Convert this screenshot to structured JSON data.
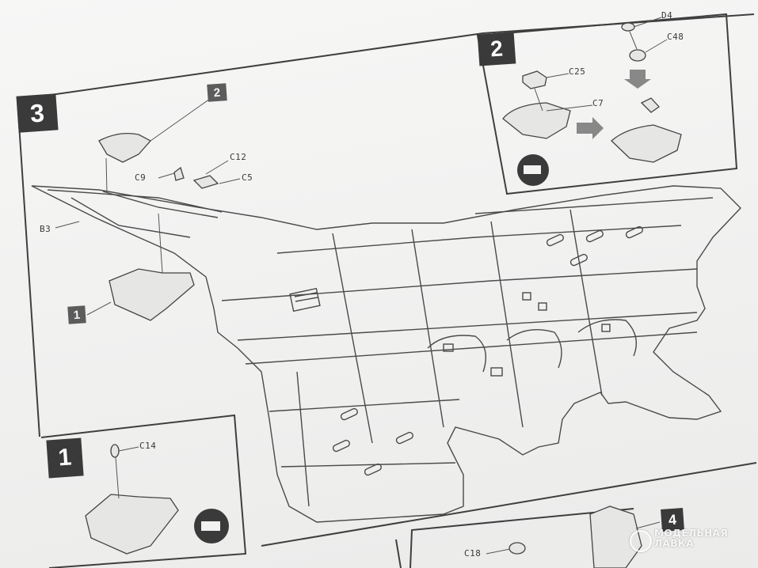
{
  "steps": {
    "step3": "3",
    "step2": "2",
    "step1": "1",
    "step4": "4"
  },
  "part_refs": {
    "ref_2": "2",
    "ref_1": "1"
  },
  "labels": {
    "d4": "D4",
    "c48": "C48",
    "c25": "C25",
    "c7": "C7",
    "c12": "C12",
    "c9": "C9",
    "c5": "C5",
    "b3": "B3",
    "c14": "C14",
    "c18": "C18"
  },
  "watermark": {
    "line1": "МОДЕЛЬНАЯ",
    "line2": "ЛАВКА"
  },
  "icons": [
    "paint-icon",
    "paint-icon"
  ],
  "colors": {
    "paper": "#f2f2f1",
    "ink": "#3a3a3a",
    "step_box": "#3a3a3a"
  }
}
